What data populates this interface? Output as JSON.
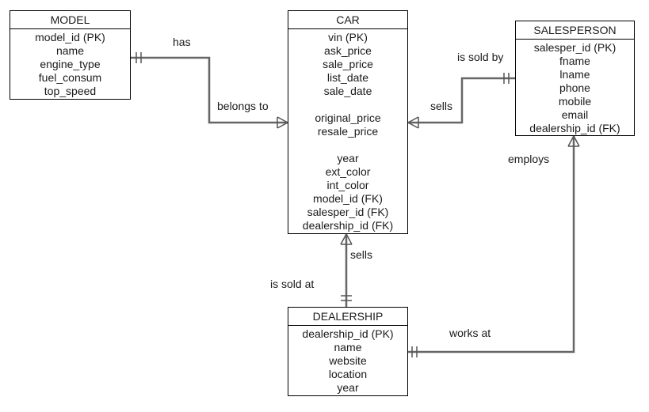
{
  "entities": {
    "model": {
      "title": "MODEL",
      "attributes": [
        "model_id (PK)",
        "name",
        "engine_type",
        "fuel_consum",
        "top_speed"
      ]
    },
    "car": {
      "title": "CAR",
      "attributes": [
        "vin (PK)",
        "ask_price",
        "sale_price",
        "list_date",
        "sale_date",
        "",
        "original_price",
        "resale_price",
        "",
        "year",
        "ext_color",
        "int_color",
        "model_id (FK)",
        "salesper_id (FK)",
        "dealership_id (FK)"
      ]
    },
    "salesperson": {
      "title": "SALESPERSON",
      "attributes": [
        "salesper_id (PK)",
        "fname",
        "lname",
        "phone",
        "mobile",
        "email",
        "dealership_id (FK)"
      ]
    },
    "dealership": {
      "title": "DEALERSHIP",
      "attributes": [
        "dealership_id (PK)",
        "name",
        "website",
        "location",
        "year"
      ]
    }
  },
  "relationships": {
    "model_car": {
      "from_label": "has",
      "to_label": "belongs to"
    },
    "salesperson_car": {
      "from_label": "is sold by",
      "to_label": "sells"
    },
    "dealership_car": {
      "from_label": "sells",
      "to_label": "is sold at"
    },
    "dealership_salesperson": {
      "from_label": "employs",
      "to_label": "works at"
    }
  }
}
